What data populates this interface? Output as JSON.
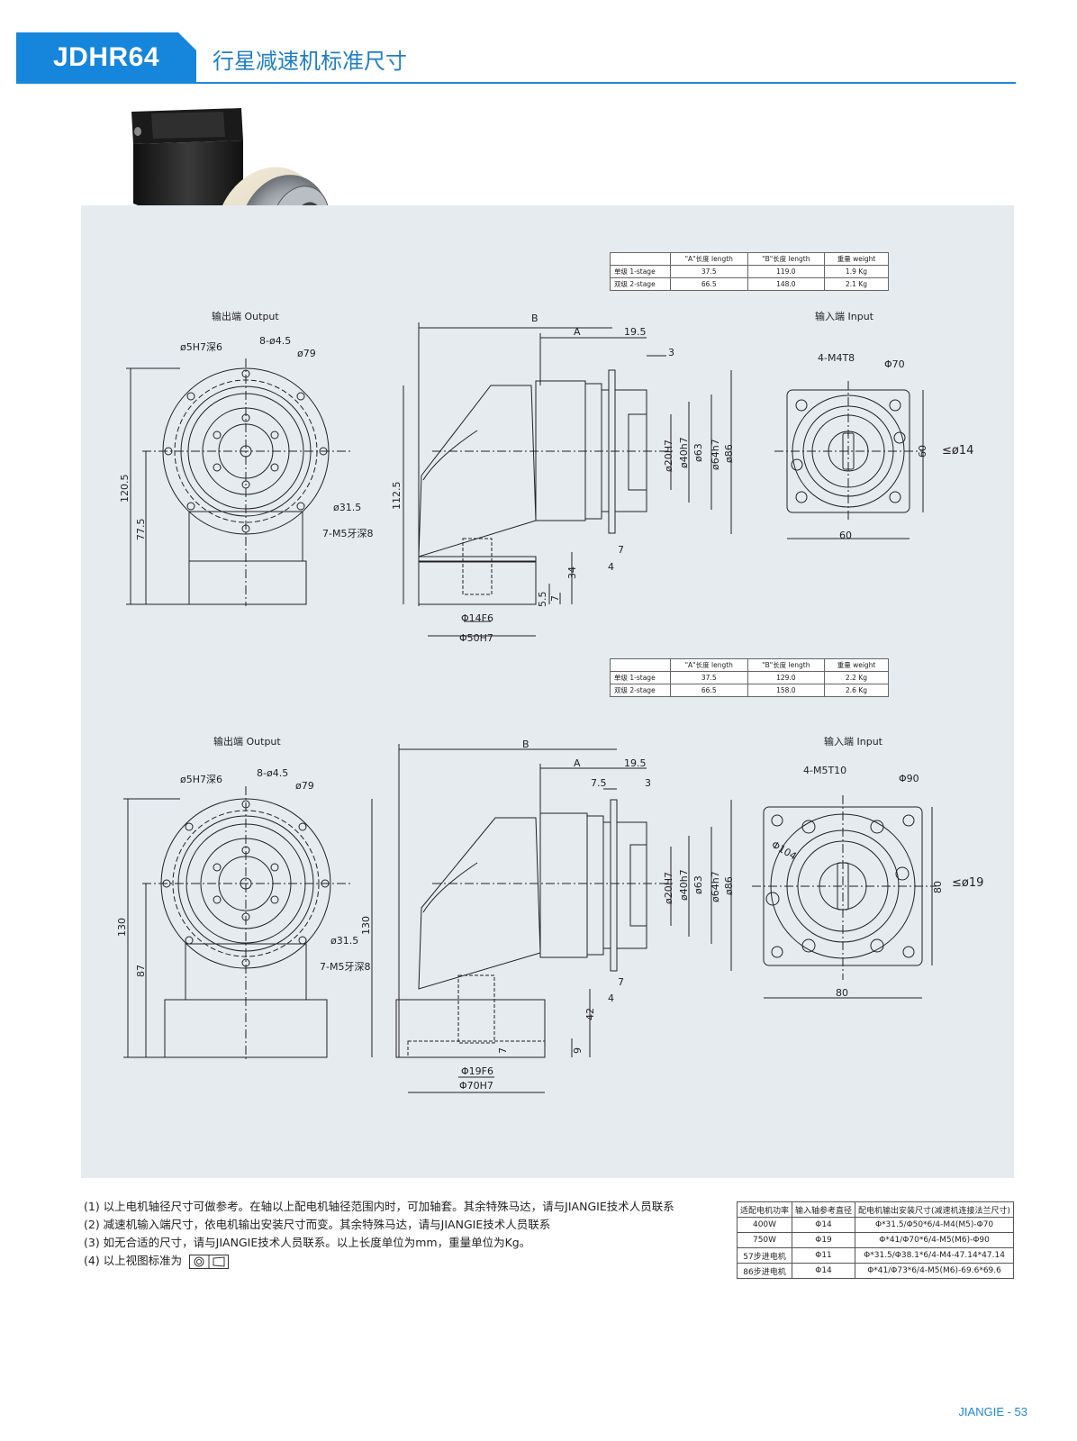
{
  "header": {
    "model": "JDHR64",
    "title": "行星减速机标准尺寸"
  },
  "spec_tables": [
    {
      "columns": [
        "",
        "\"A\"长度 length",
        "\"B\"长度 length",
        "重量 weight"
      ],
      "rows": [
        [
          "单级 1-stage",
          "37.5",
          "119.0",
          "1.9 Kg"
        ],
        [
          "双级 2-stage",
          "66.5",
          "148.0",
          "2.1 Kg"
        ]
      ]
    },
    {
      "columns": [
        "",
        "\"A\"长度 length",
        "\"B\"长度 length",
        "重量 weight"
      ],
      "rows": [
        [
          "单级 1-stage",
          "37.5",
          "129.0",
          "2.2 Kg"
        ],
        [
          "双级 2-stage",
          "66.5",
          "158.0",
          "2.6 Kg"
        ]
      ]
    }
  ],
  "drawing1": {
    "output_label": "输出端 Output",
    "input_label": "输入端 Input",
    "labels": {
      "hole": "ø5H7深6",
      "bolts": "8-ø4.5",
      "pcd": "ø79",
      "d31": "ø31.5",
      "tap": "7-M5牙深8",
      "h_total": "120.5",
      "h_axis": "77.5",
      "B": "B",
      "A": "A",
      "d195": "19.5",
      "d3": "3",
      "d20": "ø20H7",
      "d40": "ø40h7",
      "d63": "ø63",
      "d64": "ø64h7",
      "d86": "ø86",
      "h1125": "112.5",
      "d7": "7",
      "d4": "4",
      "d34": "34",
      "d55": "5.5",
      "d7b": "7",
      "shaft": "Φ14F6",
      "flange": "Φ50H7",
      "in_tap": "4-M4T8",
      "in_pcd": "Φ70",
      "in_w": "60",
      "in_h": "60",
      "in_bore": "≤ø14"
    }
  },
  "drawing2": {
    "output_label": "输出端 Output",
    "input_label": "输入端 Input",
    "labels": {
      "hole": "ø5H7深6",
      "bolts": "8-ø4.5",
      "pcd": "ø79",
      "d31": "ø31.5",
      "tap": "7-M5牙深8",
      "h_total": "130",
      "h_axis": "87",
      "B": "B",
      "A": "A",
      "d195": "19.5",
      "d75": "7.5",
      "d3": "3",
      "d20": "ø20H7",
      "d40": "ø40h7",
      "d63": "ø63",
      "d64": "ø64h7",
      "d86": "ø86",
      "h130": "130",
      "d7": "7",
      "d4": "4",
      "d42": "42",
      "d9": "9",
      "d7b": "7",
      "shaft": "Φ19F6",
      "flange": "Φ70H7",
      "in_tap": "4-M5T10",
      "in_pcd": "Φ90",
      "in_w": "80",
      "in_h": "80",
      "in_bore": "≤ø19",
      "in_diag": "Φ104"
    }
  },
  "notes": [
    "(1) 以上电机轴径尺寸可做参考。在轴以上配电机轴径范围内时，可加轴套。其余特殊马达，请与JIANGIE技术人员联系",
    "(2) 减速机输入端尺寸，依电机输出安装尺寸而变。其余特殊马达，请与JIANGIE技术人员联系",
    "(3) 如无合适的尺寸，请与JIANGIE技术人员联系。以上长度单位为mm，重量单位为Kg。",
    "(4) 以上视图标准为"
  ],
  "motor_table": {
    "columns": [
      "适配电机功率",
      "输入轴参考直径",
      "配电机输出安装尺寸(减速机连接法兰尺寸)"
    ],
    "rows": [
      [
        "400W",
        "Φ14",
        "Φ*31.5/Φ50*6/4-M4(M5)-Φ70"
      ],
      [
        "750W",
        "Φ19",
        "Φ*41/Φ70*6/4-M5(M6)-Φ90"
      ],
      [
        "57步进电机",
        "Φ11",
        "Φ*31.5/Φ38.1*6/4-M4-47.14*47.14"
      ],
      [
        "86步进电机",
        "Φ14",
        "Φ*41/Φ73*6/4-M5(M6)-69.6*69.6"
      ]
    ]
  },
  "footer": "JIANGIE  -  53",
  "colors": {
    "accent": "#1686dc",
    "panel": "#e6ebf0"
  }
}
